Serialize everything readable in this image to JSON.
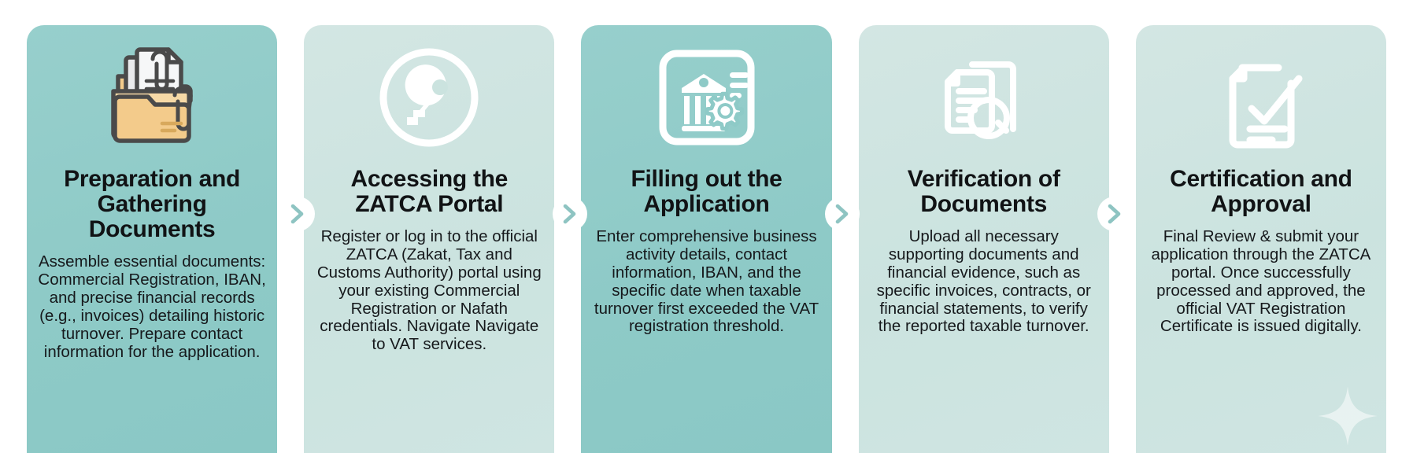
{
  "theme": {
    "background": "#ffffff",
    "card_dark": "#8ecac7",
    "card_light": "#cbe3df",
    "title_color": "#111315",
    "body_color": "#16191c",
    "chevron_color": "#8ec4c2",
    "icon_color": "#ffffff",
    "folder_color": "#f3cb8b"
  },
  "separator": {
    "icon": "chevron-right-icon",
    "glyph": "›"
  },
  "decoration": {
    "sparkle": "sparkle-icon"
  },
  "steps": [
    {
      "id": "step-1",
      "shade": "dark",
      "icon": "documents-folder-icon",
      "title": "Preparation and Gathering Documents",
      "body": "Assemble essential documents: Commercial Registration, IBAN, and precise financial records (e.g., invoices) detailing historic turnover. Prepare contact information for the application."
    },
    {
      "id": "step-2",
      "shade": "light",
      "icon": "key-circle-icon",
      "title": "Accessing the ZATCA Portal",
      "body": "Register or log in to the official ZATCA (Zakat, Tax and Customs Authority) portal using your existing Commercial Registration or Nafath credentials. Navigate Navigate to VAT services."
    },
    {
      "id": "step-3",
      "shade": "dark",
      "icon": "bank-form-gear-icon",
      "title": "Filling out the Application",
      "body": "Enter comprehensive business activity details, contact information, IBAN, and the specific date when taxable turnover first exceeded the VAT registration threshold."
    },
    {
      "id": "step-4",
      "shade": "light",
      "icon": "document-magnifier-icon",
      "title": "Verification of Documents",
      "body": "Upload all necessary supporting documents and financial evidence, such as specific invoices, contracts, or financial statements, to verify the reported taxable turnover."
    },
    {
      "id": "step-5",
      "shade": "light",
      "icon": "document-checkmark-icon",
      "title": "Certification and Approval",
      "body": "Final Review & submit your application through the ZATCA portal. Once successfully processed and approved, the official VAT Registration Certificate is issued digitally."
    }
  ]
}
